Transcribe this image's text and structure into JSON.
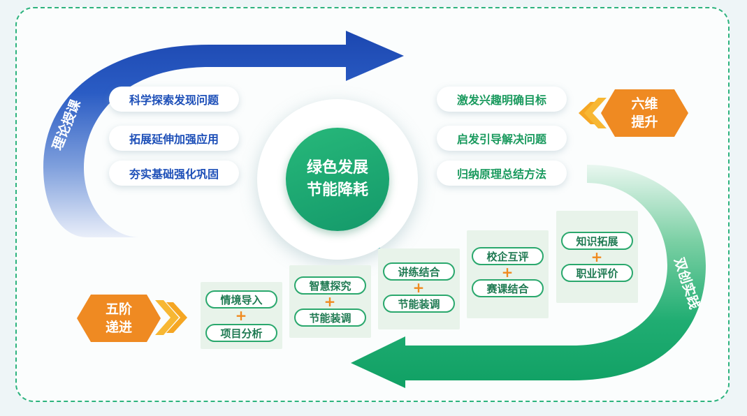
{
  "center": {
    "line1": "绿色发展",
    "line2": "节能降耗"
  },
  "arcs": {
    "left": "理论授课",
    "right": "双创实践"
  },
  "left_pills": [
    "科学探索发现问题",
    "拓展延伸加强应用",
    "夯实基础强化巩固"
  ],
  "right_pills": [
    "激发兴趣明确目标",
    "启发引导解决问题",
    "归纳原理总结方法"
  ],
  "badges": {
    "six": {
      "line1": "六维",
      "line2": "提升"
    },
    "five": {
      "line1": "五阶",
      "line2": "递进"
    }
  },
  "plus_sign": "+",
  "steps": [
    {
      "top": "情境导入",
      "bottom": "项目分析"
    },
    {
      "top": "智慧探究",
      "bottom": "节能装调"
    },
    {
      "top": "讲练结合",
      "bottom": "节能装调"
    },
    {
      "top": "校企互评",
      "bottom": "赛课结合"
    },
    {
      "top": "知识拓展",
      "bottom": "职业评价"
    }
  ],
  "colors": {
    "blue": "#1d4fb8",
    "green": "#14a86a",
    "orange": "#f0891e",
    "border": "#2db37e"
  }
}
